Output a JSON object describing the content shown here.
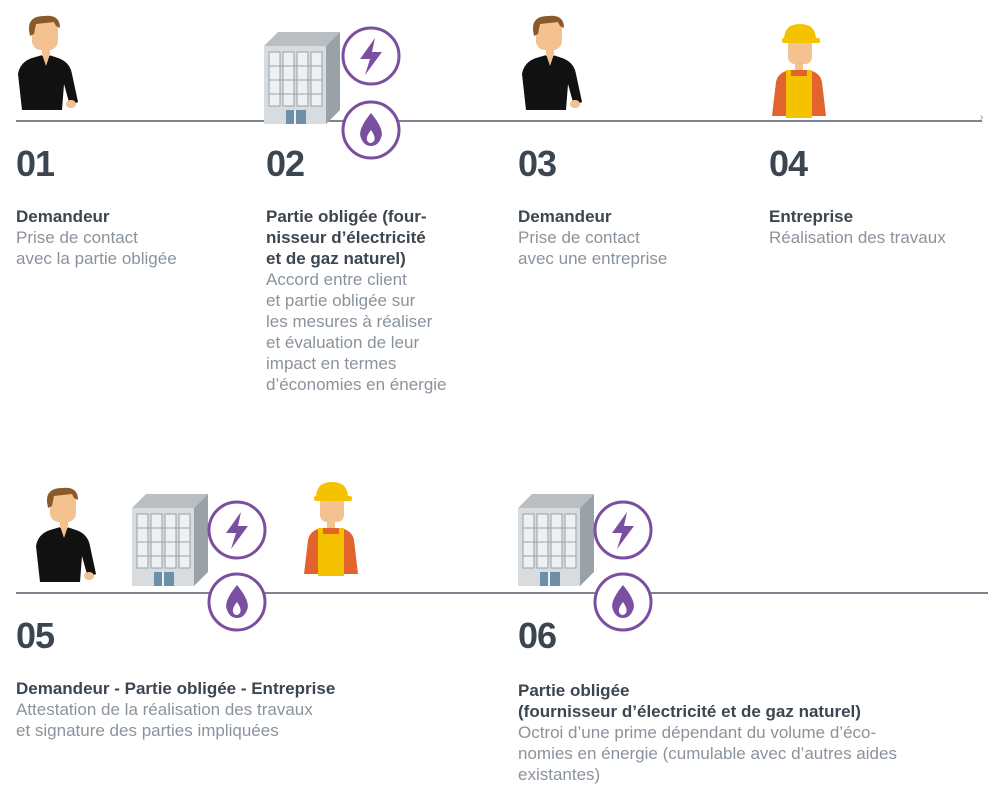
{
  "steps": [
    {
      "num": "01",
      "role": [
        "Demandeur"
      ],
      "desc": [
        "Prise de contact",
        "avec la partie obligée"
      ]
    },
    {
      "num": "02",
      "role": [
        "Partie obligée (four-",
        "nisseur d’électricité",
        "et de gaz naturel)"
      ],
      "desc": [
        "Accord entre client",
        "et partie obligée sur",
        "les mesures à réaliser",
        "et évaluation de leur",
        "impact en termes",
        "d’économies en énergie"
      ]
    },
    {
      "num": "03",
      "role": [
        "Demandeur"
      ],
      "desc": [
        "Prise de contact",
        "avec une entreprise"
      ]
    },
    {
      "num": "04",
      "role": [
        "Entreprise"
      ],
      "desc": [
        "Réalisation des travaux"
      ]
    },
    {
      "num": "05",
      "role": [
        "Demandeur - Partie obligée - Entreprise"
      ],
      "desc": [
        "Attestation de la réalisation des travaux",
        "et signature des parties impliquées"
      ]
    },
    {
      "num": "06",
      "role": [
        "Partie obligée",
        "(fournisseur d’électricité et de gaz naturel)"
      ],
      "desc": [
        "Octroi d’une prime dépendant du volume d’éco-",
        "nomies en énergie (cumulable avec d’autres aides",
        "existantes)"
      ]
    }
  ],
  "icons": [
    "person-icon",
    "building-icon",
    "electricity-icon",
    "gas-flame-icon",
    "worker-icon"
  ],
  "colors": {
    "accent": "#7b4fa0",
    "text": "#3c4650",
    "muted": "#8a939c",
    "line": "#7a8590",
    "skin": "#f3c28f",
    "hair": "#8b5a2b",
    "helmet": "#f5c200",
    "vest": "#e3632c"
  }
}
